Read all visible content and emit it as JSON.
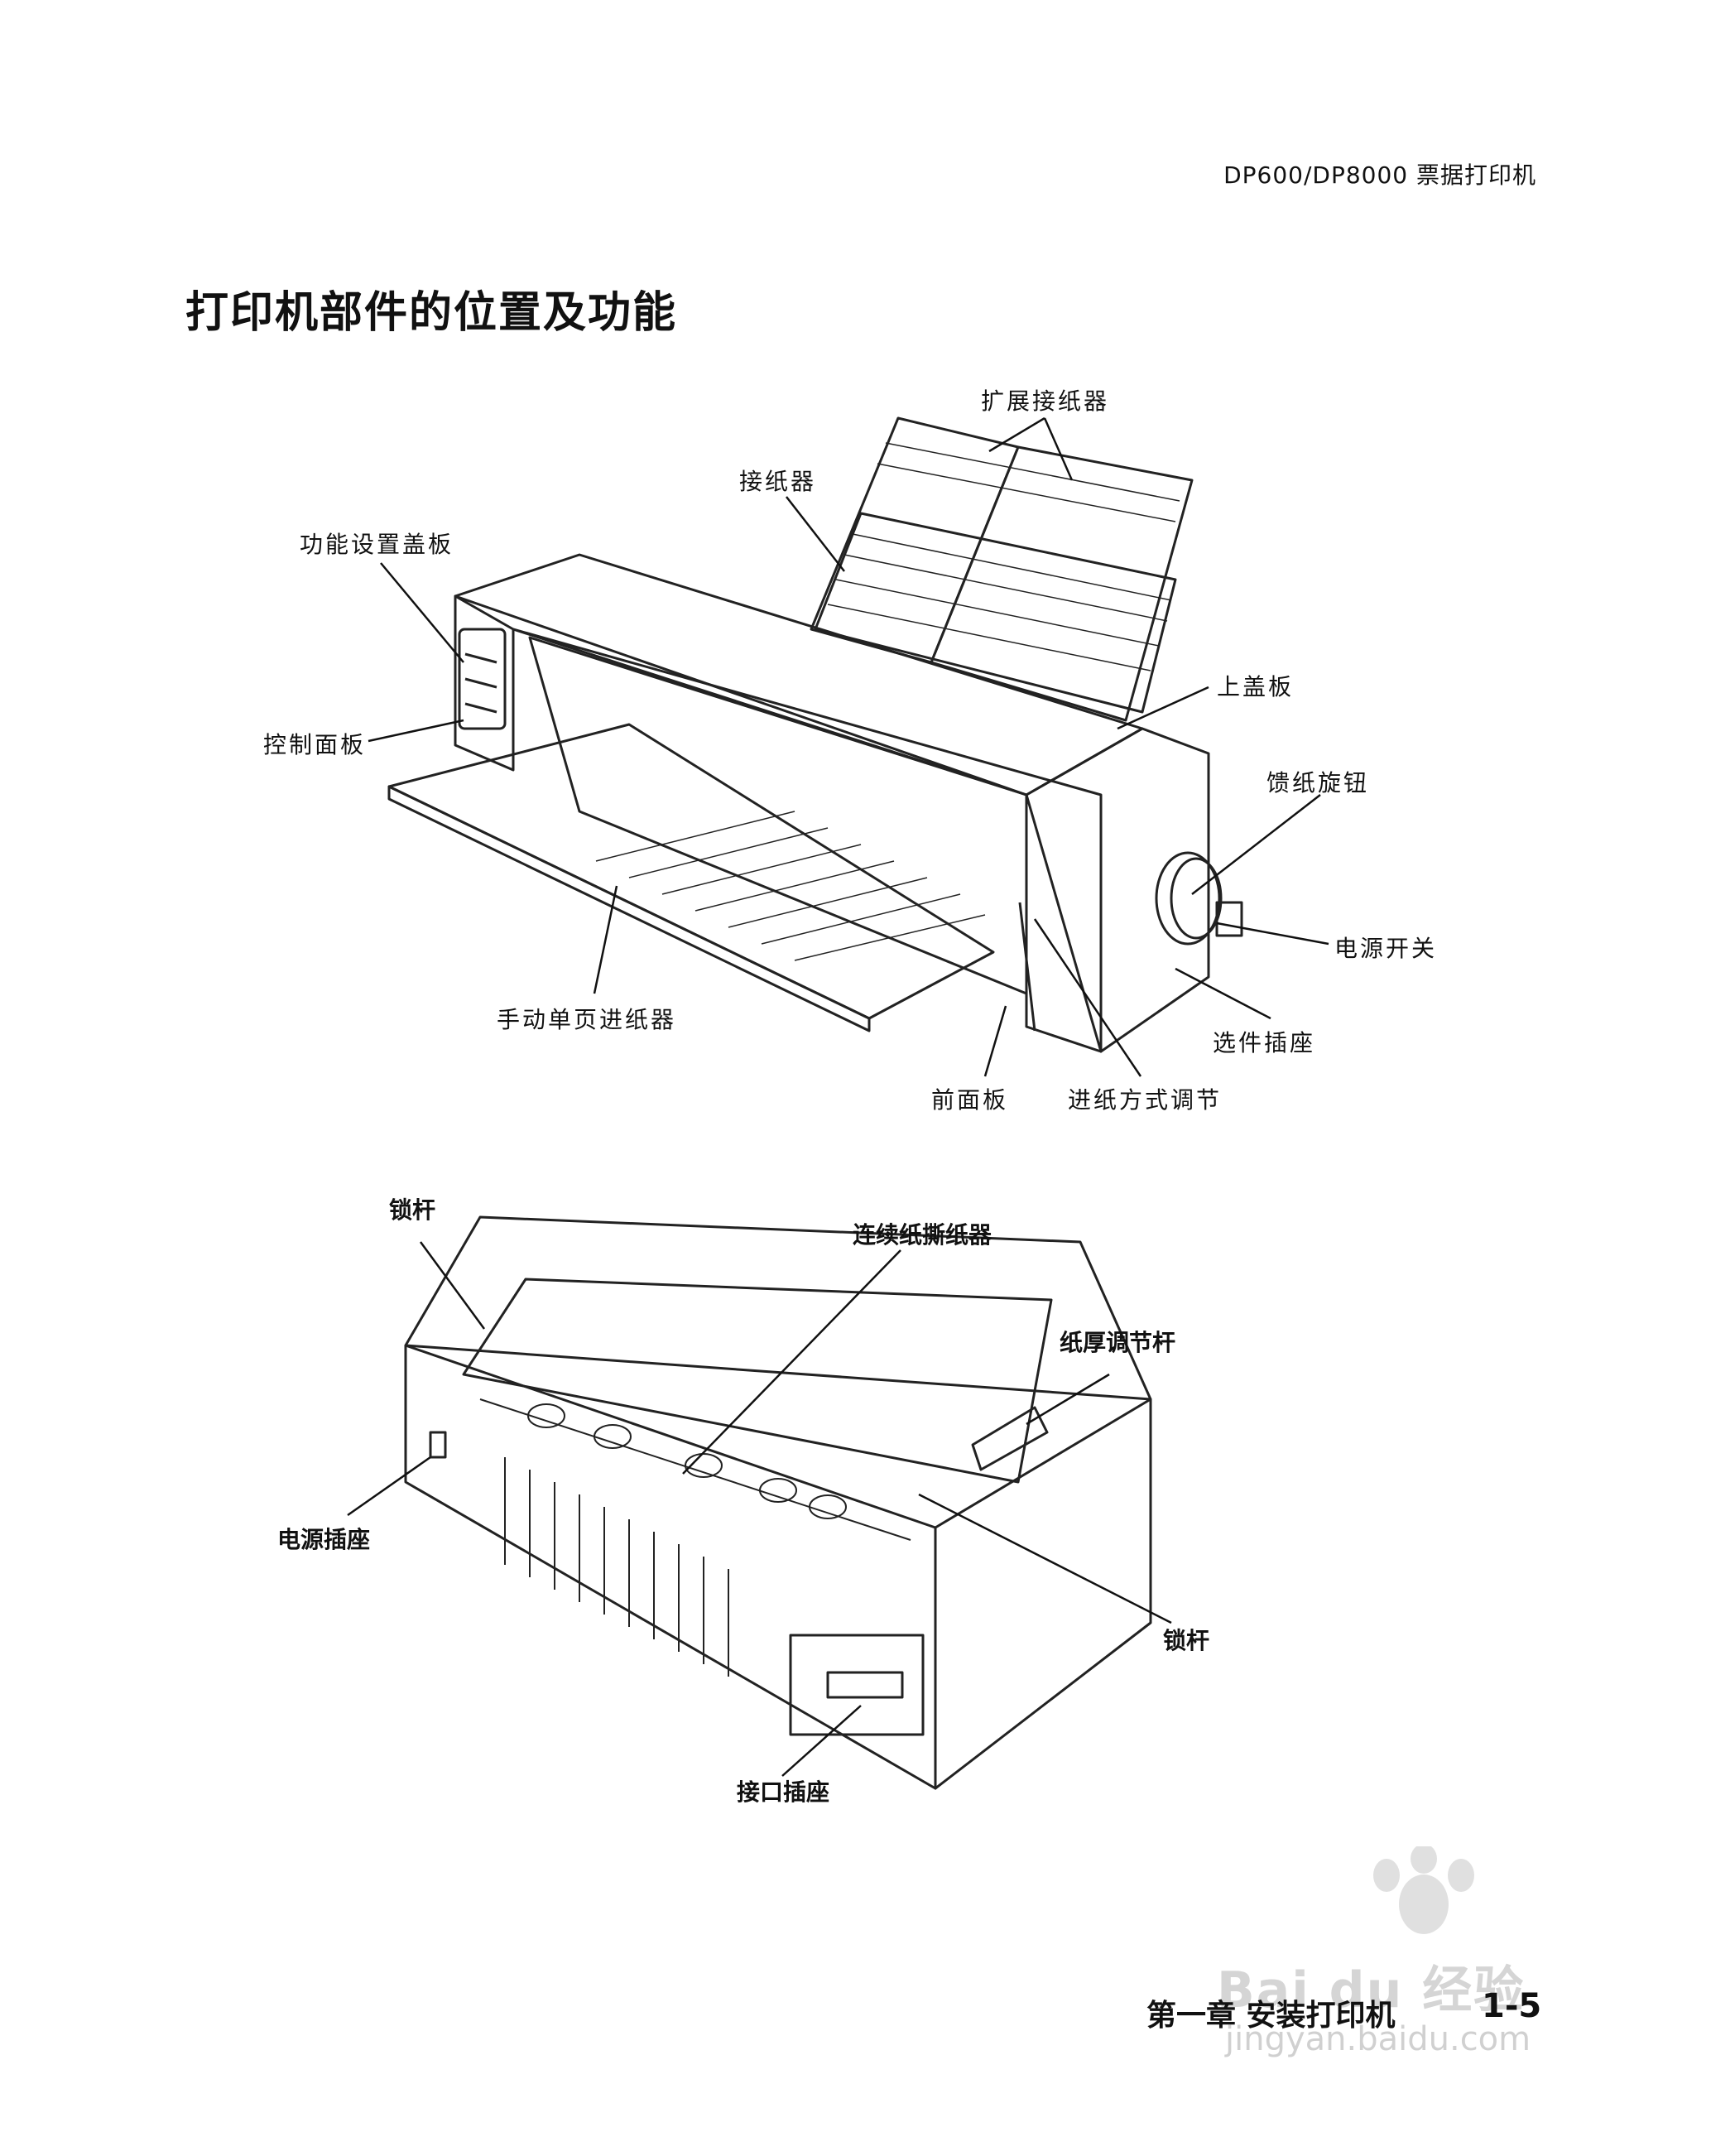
{
  "header": {
    "product": "DP600/DP8000 票据打印机"
  },
  "title": "打印机部件的位置及功能",
  "figure1": {
    "labels": {
      "expand_paper_catcher": "扩展接纸器",
      "paper_catcher": "接纸器",
      "function_cover": "功能设置盖板",
      "control_panel": "控制面板",
      "top_cover": "上盖板",
      "feed_knob": "馈纸旋钮",
      "power_switch": "电源开关",
      "option_socket": "选件插座",
      "manual_feeder": "手动单页进纸器",
      "front_panel": "前面板",
      "feed_mode": "进纸方式调节"
    }
  },
  "figure2": {
    "labels": {
      "lock_lever_top": "锁杆",
      "tear_off": "连续纸撕纸器",
      "thickness_lever": "纸厚调节杆",
      "power_socket": "电源插座",
      "lock_lever_right": "锁杆",
      "interface_socket": "接口插座"
    }
  },
  "footer": {
    "chapter": "第一章 安装打印机",
    "page": "1-5"
  },
  "watermark": {
    "brand": "Bai du 经验",
    "url": "jingyan.baidu.com"
  }
}
